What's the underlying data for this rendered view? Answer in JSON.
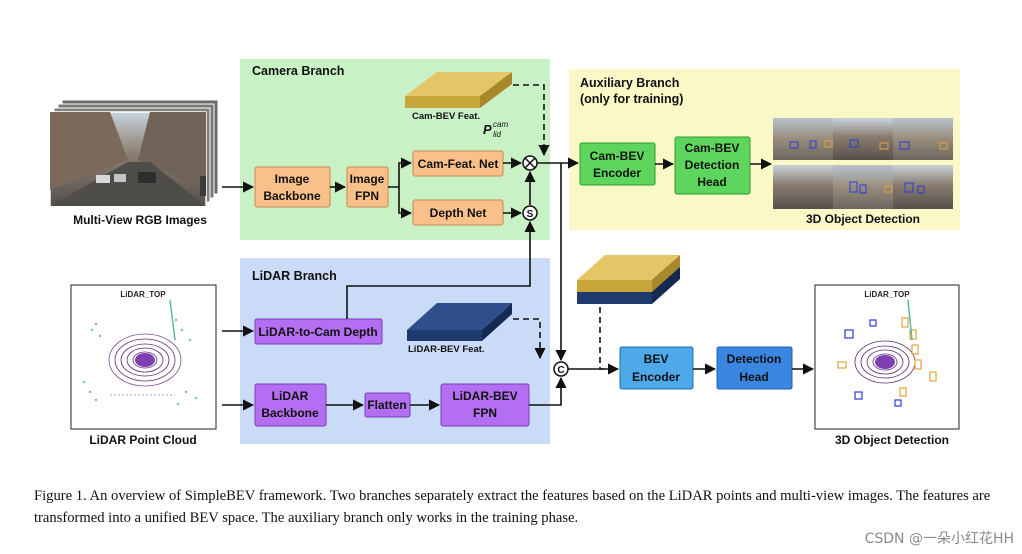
{
  "regions": {
    "camera_branch": "Camera Branch",
    "auxiliary_branch_line1": "Auxiliary Branch",
    "auxiliary_branch_line2": "(only for training)",
    "lidar_branch": "LiDAR Branch"
  },
  "inputs": {
    "multi_view_images": "Multi-View RGB Images",
    "lidar_point_cloud": "LiDAR Point Cloud",
    "lidar_top_1": "LiDAR_TOP",
    "lidar_top_2": "LiDAR_TOP"
  },
  "boxes": {
    "image_backbone_1": "Image",
    "image_backbone_2": "Backbone",
    "image_fpn_1": "Image",
    "image_fpn_2": "FPN",
    "cam_feat_net": "Cam-Feat. Net",
    "depth_net": "Depth Net",
    "cam_bev_encoder_1": "Cam-BEV",
    "cam_bev_encoder_2": "Encoder",
    "cam_bev_head_1": "Cam-BEV",
    "cam_bev_head_2": "Detection",
    "cam_bev_head_3": "Head",
    "lidar_to_cam_depth": "LiDAR-to-Cam Depth",
    "lidar_backbone_1": "LiDAR",
    "lidar_backbone_2": "Backbone",
    "flatten": "Flatten",
    "lidar_bev_fpn_1": "LiDAR-BEV",
    "lidar_bev_fpn_2": "FPN",
    "bev_encoder_1": "BEV",
    "bev_encoder_2": "Encoder",
    "detection_head_1": "Detection",
    "detection_head_2": "Head"
  },
  "features": {
    "cam_bev_feat": "Cam-BEV Feat.",
    "lidar_bev_feat": "LiDAR-BEV Feat.",
    "projection_symbol": "P",
    "projection_sup": "cam",
    "projection_sub": "lid"
  },
  "operators": {
    "multiply": "×",
    "splat": "S",
    "concat": "C"
  },
  "outputs": {
    "aux_3d_detection": "3D Object Detection",
    "main_3d_detection": "3D Object Detection"
  },
  "caption": "Figure 1. An overview of SimpleBEV framework. Two branches separately extract the features based on the LiDAR points and multi-view images. The features are transformed into a unified BEV space. The auxiliary branch only works in the training phase.",
  "watermark": "CSDN @一朵小红花HH",
  "colors": {
    "camera_region": "#c9f1c6",
    "auxiliary_region": "#fbf8c8",
    "lidar_region": "#c9dbf6",
    "orange_box": "#f9c08a",
    "green_box": "#5ed65e",
    "purple_box": "#b36ef2",
    "blue_box": "#4ea8ea",
    "gold_feature": "#d1b049",
    "navy_feature": "#1e3a6e"
  }
}
